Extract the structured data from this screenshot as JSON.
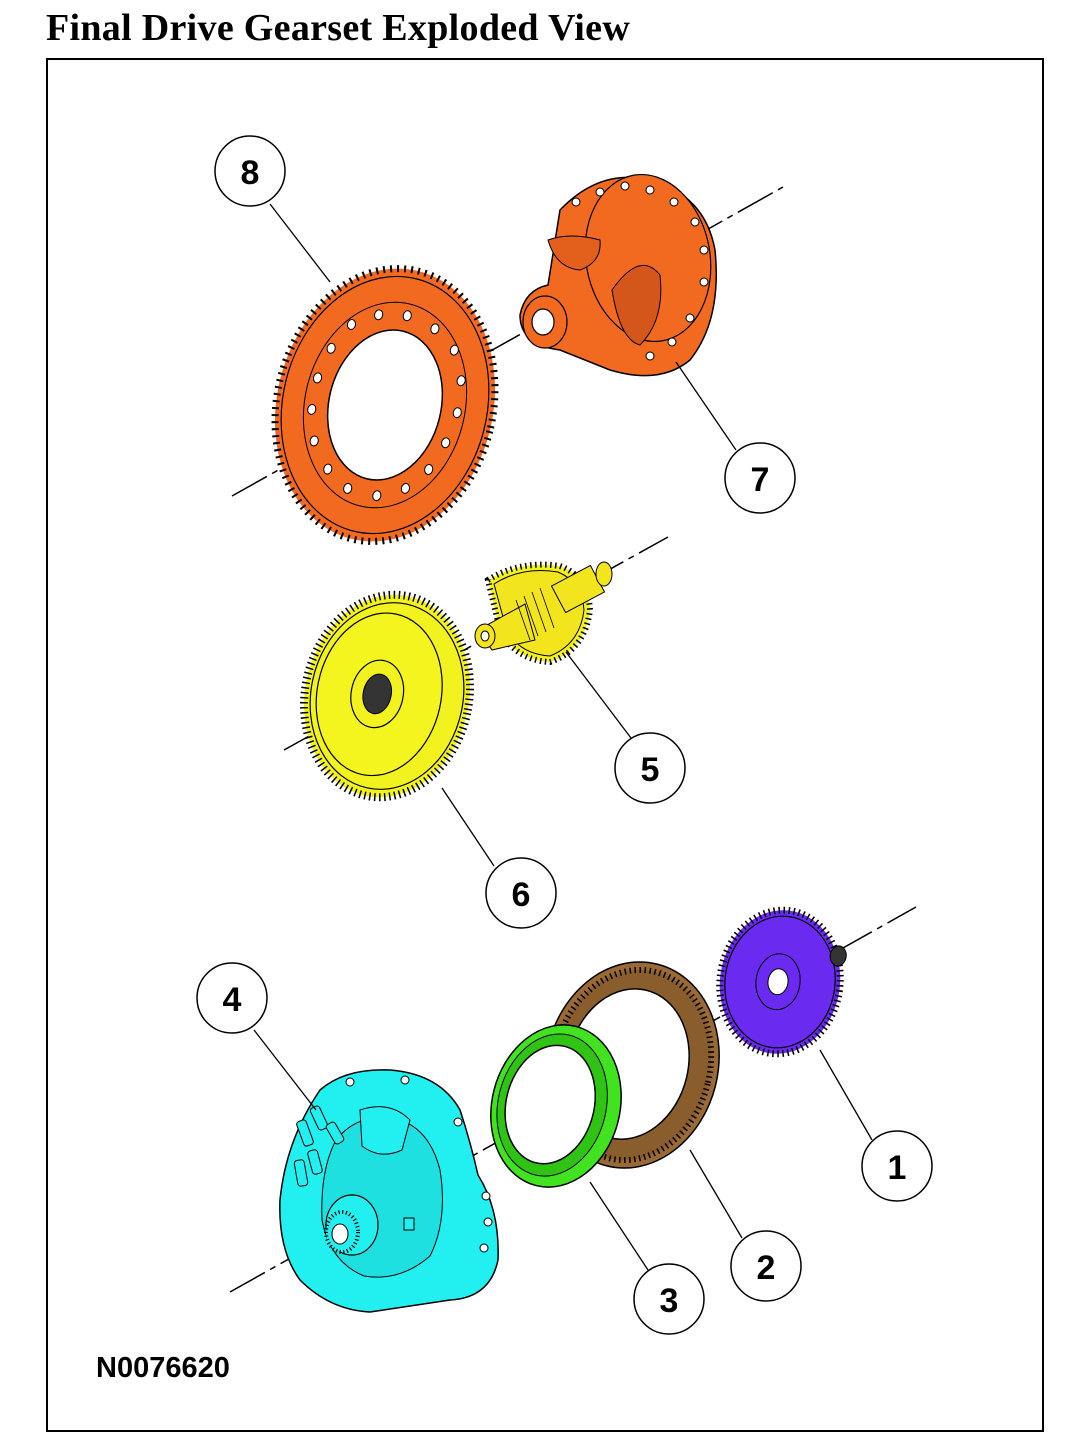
{
  "title": "Final Drive Gearset Exploded View",
  "figure_id": "N0076620",
  "colors": {
    "differential_case": "#f26a1f",
    "final_drive_ring_gear": "#f26a1f",
    "output_gear": "#f2f21e",
    "pinion_shaft": "#f2e51e",
    "housing": "#22f0f0",
    "bearing_ring": "#41e21f",
    "internal_ring_gear": "#9a6a35",
    "carrier_gear": "#6a2af0",
    "outline": "#000000"
  },
  "callouts": [
    {
      "id": "1",
      "label": "1"
    },
    {
      "id": "2",
      "label": "2"
    },
    {
      "id": "3",
      "label": "3"
    },
    {
      "id": "4",
      "label": "4"
    },
    {
      "id": "5",
      "label": "5"
    },
    {
      "id": "6",
      "label": "6"
    },
    {
      "id": "7",
      "label": "7"
    },
    {
      "id": "8",
      "label": "8"
    }
  ]
}
